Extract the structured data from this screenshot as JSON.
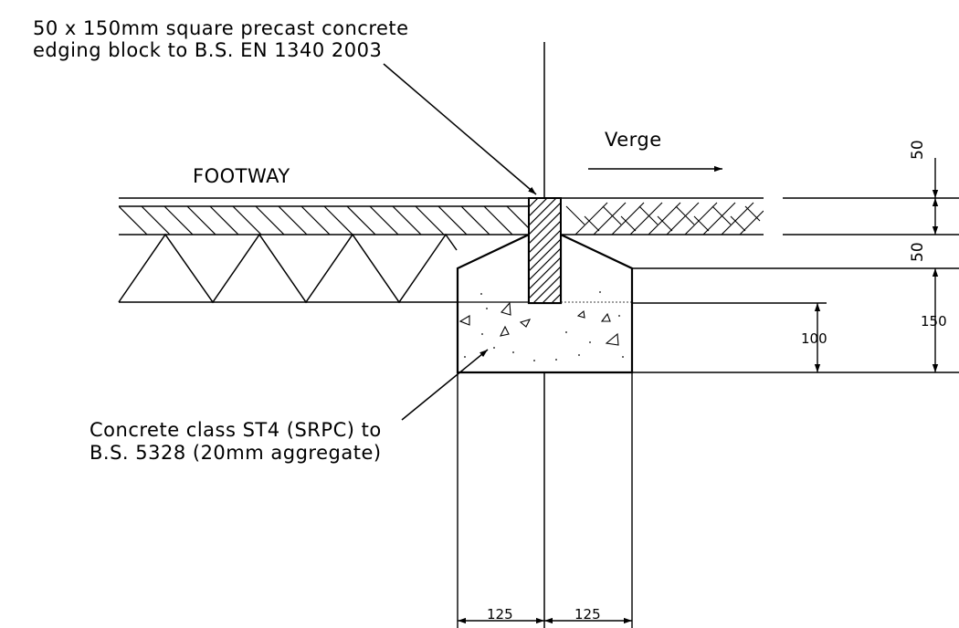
{
  "labels": {
    "edging_note_line1": "50 x 150mm square precast concrete",
    "edging_note_line2": "edging block to B.S. EN 1340 2003",
    "footway": "FOOTWAY",
    "verge": "Verge",
    "concrete_note_line1": "Concrete class ST4 (SRPC) to",
    "concrete_note_line2": "B.S. 5328 (20mm aggregate)"
  },
  "dimensions": {
    "top_layer": "50",
    "second_layer": "50",
    "haunch_depth": "100",
    "bed_depth": "150",
    "left_width": "125",
    "right_width": "125"
  }
}
